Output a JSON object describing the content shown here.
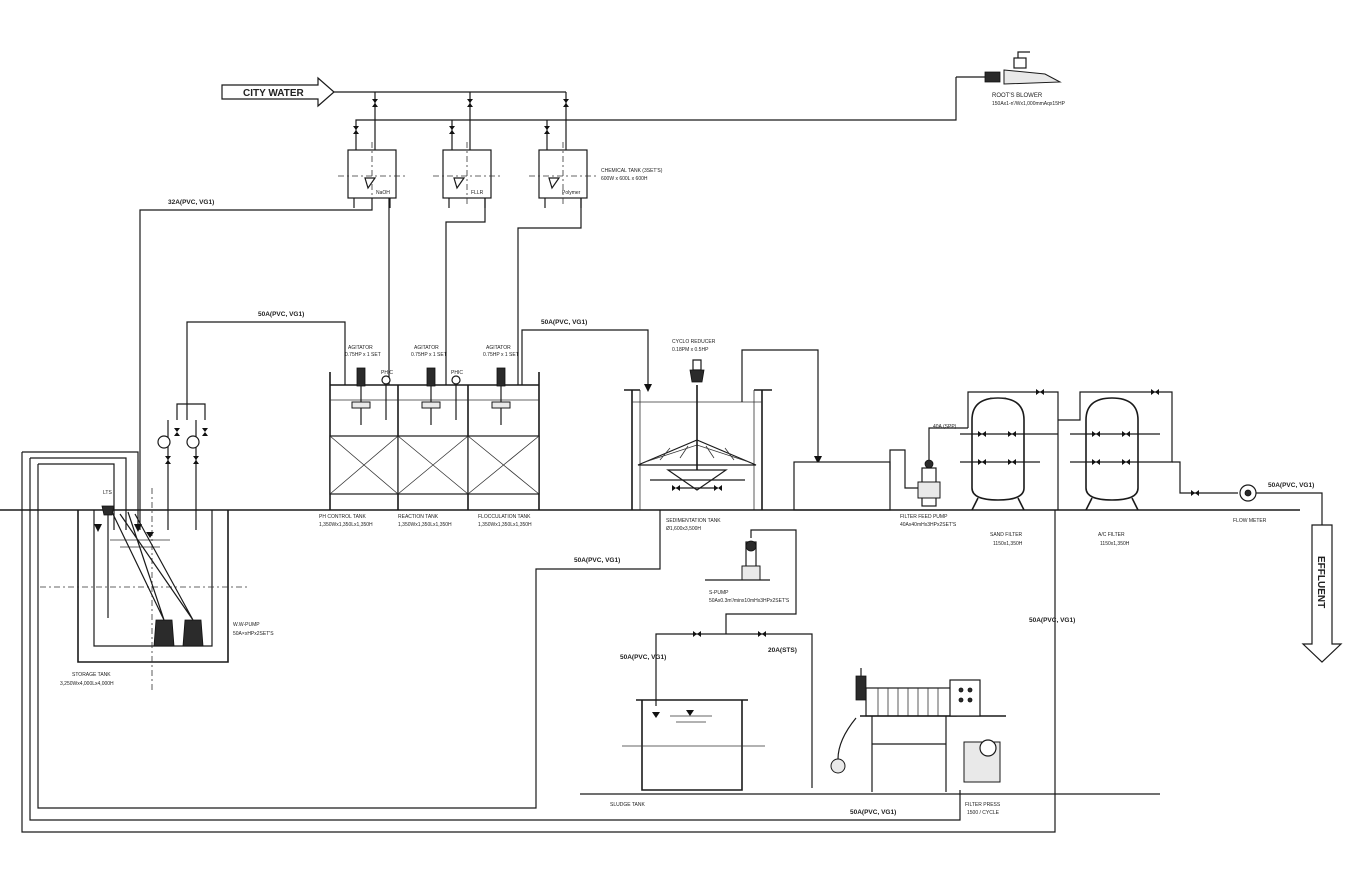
{
  "inlet": {
    "label": "CITY WATER"
  },
  "blower": {
    "name": "ROOT'S BLOWER",
    "spec": "150Ax1-n'/Wx1,000mmAqx15HP"
  },
  "chemical_tanks": {
    "labels": [
      "NaOH",
      "FLLR",
      "Polymer"
    ],
    "caption": "CHEMICAL TANK (3SET'S)",
    "spec": "600W x 600L x 600H"
  },
  "pipes": {
    "p1": "32A(PVC, VG1)",
    "p2": "50A(PVC, VG1)",
    "p3": "50A(PVC, VG1)",
    "p4": "50A(PVC, VG1)",
    "p5": "50A(PVC, VG1)",
    "p6": "50A(PVC, VG1)",
    "p7": "20A(STS)",
    "p8": "50A(PVC, VG1)",
    "p9": "40A (SPP)",
    "p10": "50A(PVC, VG1)"
  },
  "agitators": {
    "label1": "AGITATOR",
    "label2": "0.75HP x 1 SET"
  },
  "ph_labels": [
    "PHIC",
    "PHIC"
  ],
  "reaction_tanks": [
    {
      "name": "PH CONTROL TANK",
      "spec": "1,350Wx1,350Lx1,350H"
    },
    {
      "name": "REACTION TANK",
      "spec": "1,350Wx1,350Lx1,350H"
    },
    {
      "name": "FLOCCULATION TANK",
      "spec": "1,350Wx1,350Lx1,350H"
    }
  ],
  "cyclo": {
    "name": "CYCLO REDUCER",
    "spec": "0.18PM x 0.5HP"
  },
  "sedimentation": {
    "name": "SEDIMENTATION TANK",
    "spec": "Ø1,600x3,500H"
  },
  "lts": {
    "label": "LTS"
  },
  "ww_pump": {
    "name": "W.W-PUMP",
    "spec": "50A×xHPx2SET'S"
  },
  "storage": {
    "name": "STORAGE TANK",
    "spec": "3,250Wx4,000Lx4,000H"
  },
  "s_pump": {
    "name": "S-PUMP",
    "spec": "50Ax0.3m'/minx10mHx3HPx2SET'S"
  },
  "sludge": {
    "name": "SLUDGE TANK"
  },
  "filter_press": {
    "name": "FILTER PRESS",
    "spec": "1500 / CYCLE"
  },
  "filter_feed": {
    "name": "FILTER FEED PUMP",
    "spec": "40Ax40mHx3HPx2SET'S"
  },
  "sand_filter": {
    "name": "SAND FILTER",
    "spec": "1150x1,350H"
  },
  "ac_filter": {
    "name": "A/C FILTER",
    "spec": "1150x1,350H"
  },
  "flow_meter": {
    "name": "FLOW METER"
  },
  "effluent": {
    "label": "EFFLUENT"
  }
}
